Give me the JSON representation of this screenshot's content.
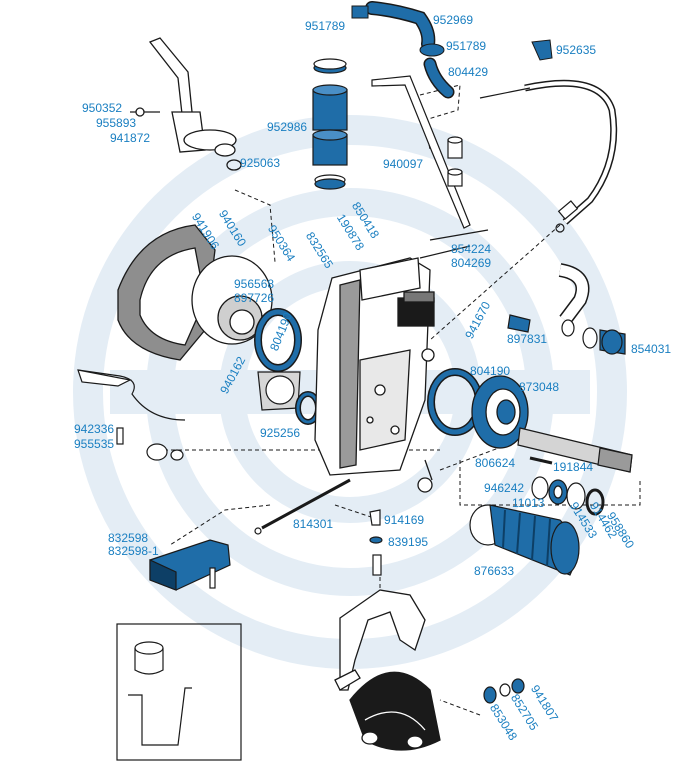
{
  "colors": {
    "label": "#1a7fc1",
    "highlight": "#1f6da8",
    "watermark": "#e4edf5",
    "ink": "#1a1a1a"
  },
  "labels": {
    "p951789a": "951789",
    "p952969": "952969",
    "p951789b": "951789",
    "p952635": "952635",
    "p804429": "804429",
    "p950352": "950352",
    "p955893": "955893",
    "p941872": "941872",
    "p952986": "952986",
    "p925063": "925063",
    "p940097": "940097",
    "p941906": "941906",
    "p940160": "940160",
    "p950364": "950364",
    "p832565": "832565",
    "p190878": "190878",
    "p850418": "850418",
    "p854224": "854224",
    "p804269": "804269",
    "p956568": "956568",
    "p897726": "897726",
    "p804190a": "804190",
    "p941670": "941670",
    "p897831": "897831",
    "p854031": "854031",
    "p940162": "940162",
    "p804190b": "804190",
    "p873048": "873048",
    "p925256": "925256",
    "p942336": "942336",
    "p955535": "955535",
    "p806624": "806624",
    "p191844": "191844",
    "p946242": "946242",
    "p11013": "11013",
    "p914533": "914533",
    "p914462": "914462",
    "p958860": "958860",
    "p814301": "814301",
    "p914169": "914169",
    "p839195": "839195",
    "p832598": "832598",
    "p832598_1": "832598-1",
    "p876633": "876633",
    "p941807": "941807",
    "p852705": "852705",
    "p853048": "853048"
  }
}
